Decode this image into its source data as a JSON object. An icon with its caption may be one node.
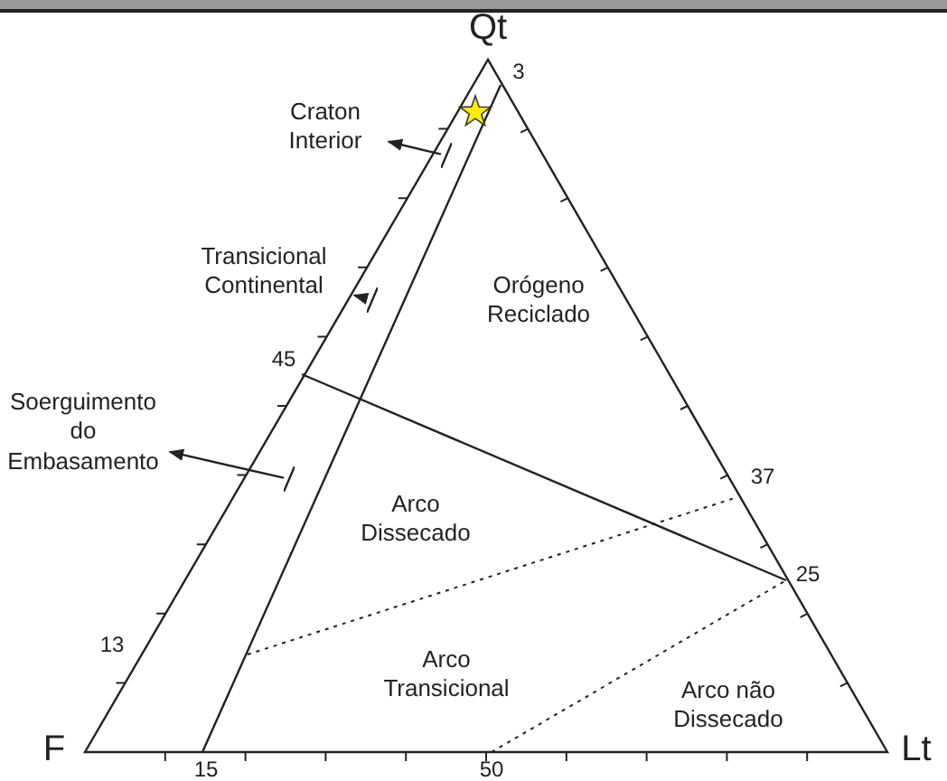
{
  "diagram": {
    "nodes": [
      {
        "text": [
          "Craton Interior"
        ]
      },
      {
        "text": [
          "Transicional Continental"
        ]
      },
      {
        "text": [
          "Soerguimento do Embasamento"
        ]
      },
      {
        "text": [],
        "shape": "bar"
      },
      {
        "text": [],
        "shape": "bar"
      },
      {
        "text": [],
        "shape": "bar"
      }
    ],
    "edges": [
      {
        "from": 3,
        "to": 0,
        "arrow": "to"
      },
      {
        "from": 4,
        "to": 1,
        "arrow": "to"
      },
      {
        "from": 5,
        "to": 2,
        "arrow": "to"
      }
    ],
    "labels": [
      "Qt",
      "3",
      "Orógeno Reciclado",
      "45",
      "37",
      "Arco Dissecado",
      "25",
      "13",
      "Arco Transicional",
      "Arco não Dissecado",
      "F",
      "15",
      "50",
      "Lt"
    ]
  }
}
